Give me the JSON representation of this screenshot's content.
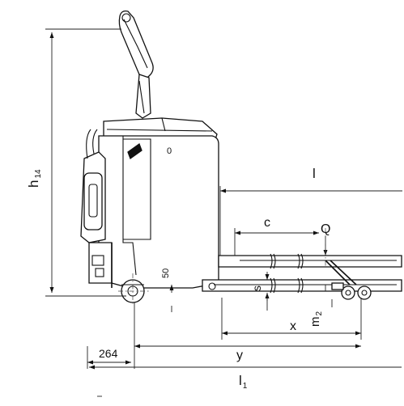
{
  "dimensions": {
    "h14": {
      "main": "h",
      "sub": "14"
    },
    "l": "l",
    "c": "c",
    "Q": "Q",
    "s": "s",
    "x": "x",
    "m2": {
      "main": "m",
      "sub": "2"
    },
    "y": "y",
    "l1": {
      "main": "l",
      "sub": "1"
    },
    "val_264": "264",
    "val_50": "50"
  },
  "body_marker": "0",
  "colors": {
    "line": "#111111",
    "background": "#ffffff"
  }
}
